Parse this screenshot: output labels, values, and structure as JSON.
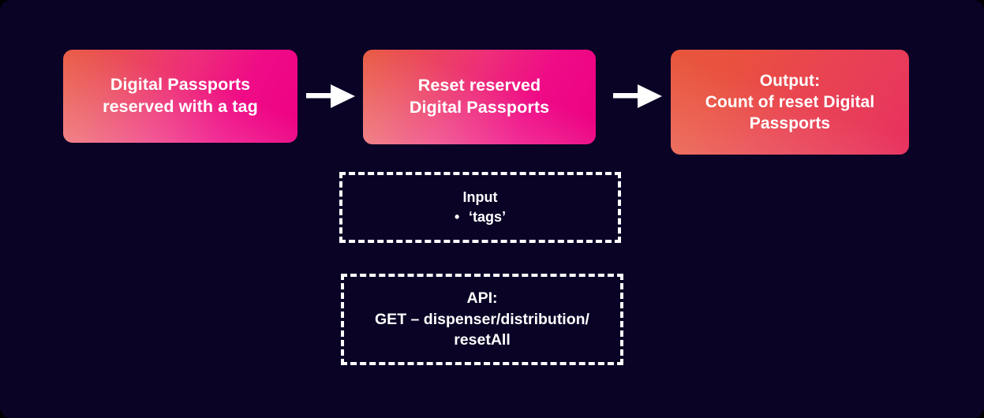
{
  "theme": {
    "background": "#0a0326",
    "text_color": "#ffffff",
    "gradient_orange": "#e8563c",
    "gradient_magenta": "#ed0082",
    "gradient_crimson": "#e72f5e",
    "dashed_border_color": "#ffffff",
    "arrow_color": "#ffffff"
  },
  "diagram": {
    "type": "flowchart",
    "steps": [
      {
        "id": "source",
        "name": "digital-passports-reserved",
        "lines": [
          "Digital Passports",
          "reserved with a tag"
        ],
        "style": "gradient-orange-magenta"
      },
      {
        "id": "action",
        "name": "reset-reserved-digital-passports",
        "lines": [
          "Reset reserved",
          "Digital Passports"
        ],
        "style": "gradient-orange-magenta"
      },
      {
        "id": "output",
        "name": "output-count-of-reset",
        "lines": [
          "Output:",
          "Count of reset Digital",
          "Passports"
        ],
        "style": "gradient-orange-crimson"
      }
    ],
    "connectors": [
      {
        "id": "arrow-1",
        "icon": "arrow-right-icon",
        "from": "source",
        "to": "action"
      },
      {
        "id": "arrow-2",
        "icon": "arrow-right-icon",
        "from": "action",
        "to": "output"
      }
    ],
    "notes": [
      {
        "id": "input",
        "title": "Input",
        "bullets": [
          "‘tags’"
        ]
      },
      {
        "id": "api",
        "title": "API:",
        "lines": [
          "GET – dispenser/distribution/",
          "resetAll"
        ]
      }
    ]
  }
}
